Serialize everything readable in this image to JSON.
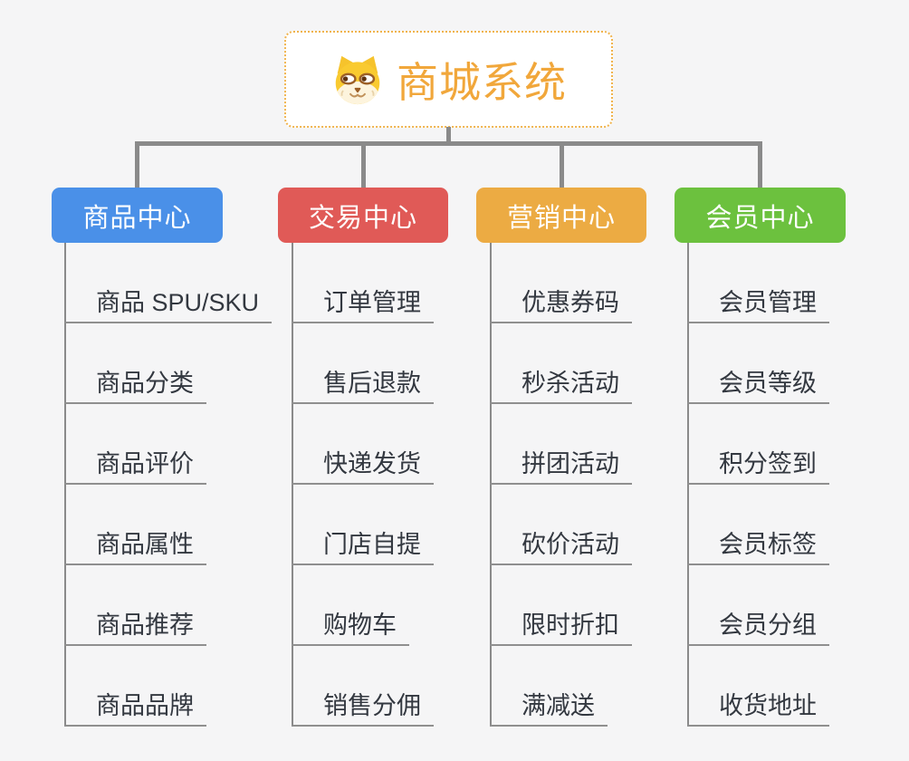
{
  "root": {
    "label": "商城系统",
    "icon": "dog-face-icon"
  },
  "colors": {
    "background": "#f5f5f6",
    "root_border": "#f0b44e",
    "root_text": "#f1a73b",
    "connector": "#8a8a8a",
    "leaf_text": "#333840",
    "branch_text": "#ffffff"
  },
  "branches": [
    {
      "label": "商品中心",
      "color": "#4a90e8",
      "items": [
        "商品 SPU/SKU",
        "商品分类",
        "商品评价",
        "商品属性",
        "商品推荐",
        "商品品牌"
      ]
    },
    {
      "label": "交易中心",
      "color": "#e05a57",
      "items": [
        "订单管理",
        "售后退款",
        "快递发货",
        "门店自提",
        "购物车",
        "销售分佣"
      ]
    },
    {
      "label": "营销中心",
      "color": "#ecab43",
      "items": [
        "优惠券码",
        "秒杀活动",
        "拼团活动",
        "砍价活动",
        "限时折扣",
        "满减送"
      ]
    },
    {
      "label": "会员中心",
      "color": "#6cc13e",
      "items": [
        "会员管理",
        "会员等级",
        "积分签到",
        "会员标签",
        "会员分组",
        "收货地址"
      ]
    }
  ]
}
